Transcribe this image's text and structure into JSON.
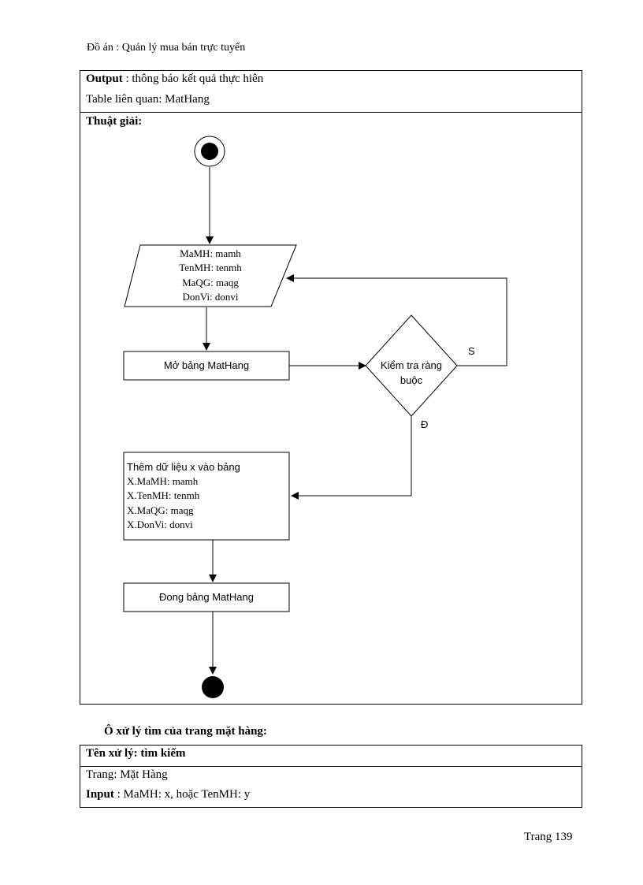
{
  "header": {
    "text": "Đồ án : Quản lý mua bán trực tuyến"
  },
  "table1": {
    "output_label": "Output",
    "output_text": " : thông báo kết quả thực hiên",
    "table_line": "Table  liên quan:  MatHang",
    "algo_label": "Thuật  giải:"
  },
  "flowchart": {
    "input_lines": [
      "MaMH: mamh",
      "TenMH: tenmh",
      "MaQG: maqg",
      "DonVi: donvi"
    ],
    "open_table": "Mở bảng MatHang",
    "check_line1": "Kiểm tra ràng",
    "check_line2": "buộc",
    "false_label": "S",
    "true_label": "Đ",
    "insert_title": "Thêm dữ liệu x vào bảng",
    "insert_lines": [
      "X.MaMH: mamh",
      "X.TenMH: tenmh",
      "X.MaQG: maqg",
      "X.DonVi: donvi"
    ],
    "close_table": "Đong bảng MatHang"
  },
  "section": {
    "title": "Ô xử lý tìm của trang mặt hàng:"
  },
  "table2": {
    "name_line": "Tên xử lý: tìm kiếm",
    "page_line": "Trang:  Mặt Hàng",
    "input_label": "Input",
    "input_text": " : MaMH:  x, hoặc TenMH:  y"
  },
  "footer": {
    "page": "Trang  139"
  }
}
